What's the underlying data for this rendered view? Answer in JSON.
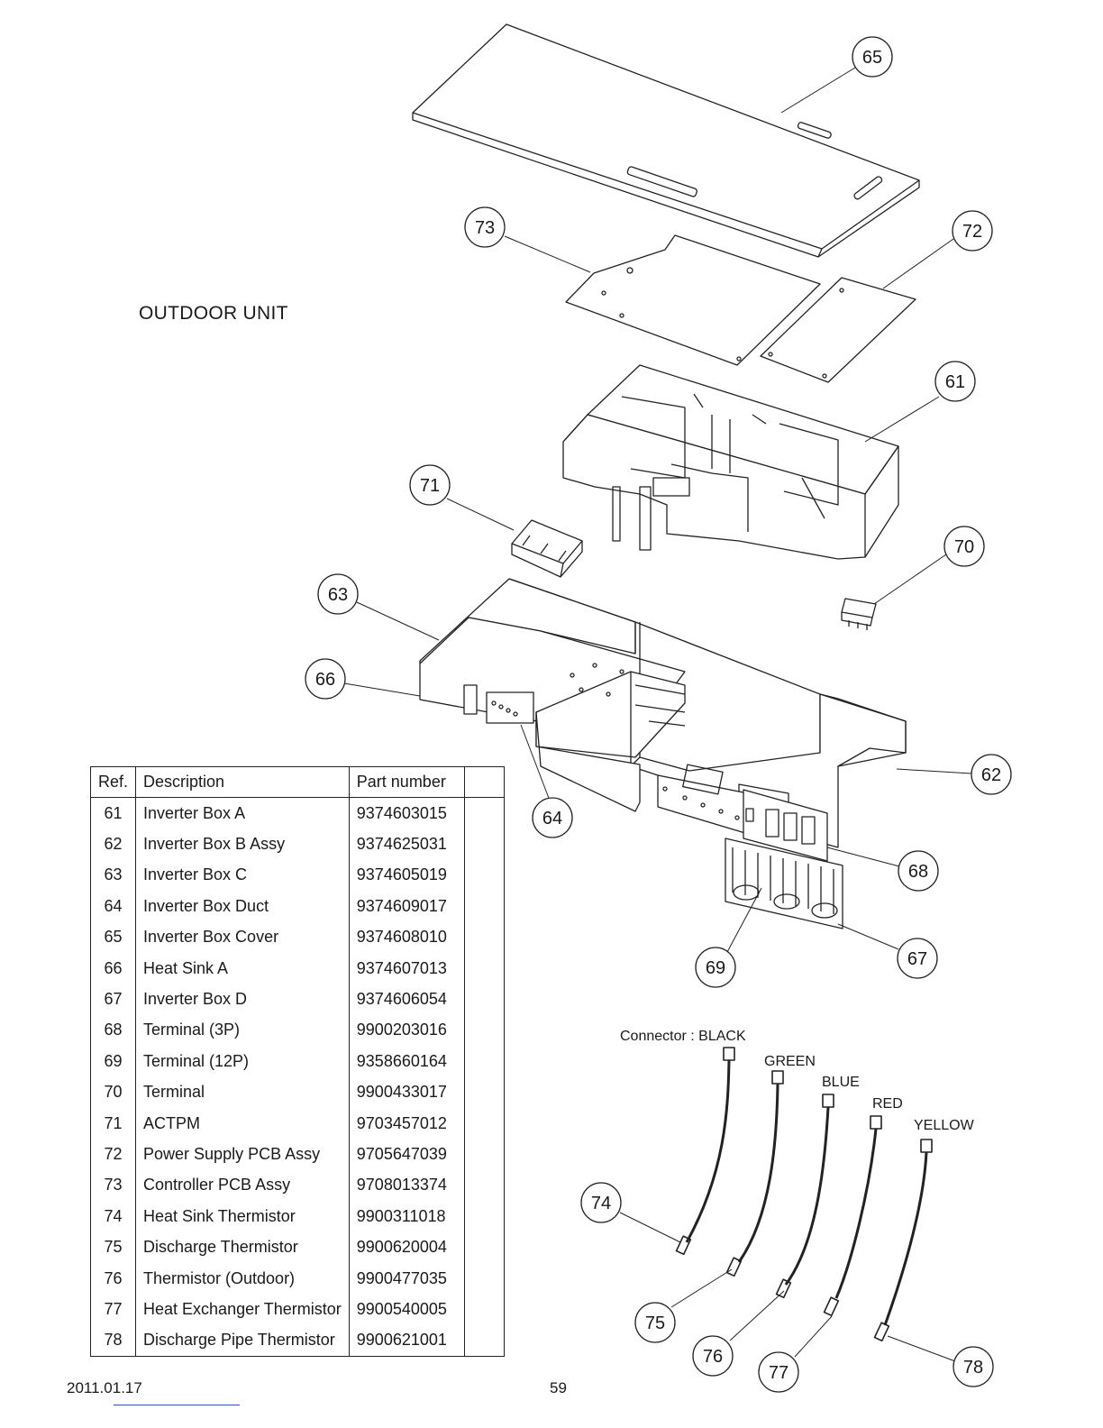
{
  "section_title": "OUTDOOR UNIT",
  "table": {
    "headers": {
      "ref": "Ref.",
      "description": "Description",
      "part_number": "Part number"
    },
    "rows": [
      {
        "ref": "61",
        "description": "Inverter Box A",
        "part_number": "9374603015"
      },
      {
        "ref": "62",
        "description": "Inverter Box B Assy",
        "part_number": "9374625031"
      },
      {
        "ref": "63",
        "description": "Inverter Box C",
        "part_number": "9374605019"
      },
      {
        "ref": "64",
        "description": "Inverter Box Duct",
        "part_number": "9374609017"
      },
      {
        "ref": "65",
        "description": "Inverter Box Cover",
        "part_number": "9374608010"
      },
      {
        "ref": "66",
        "description": "Heat Sink A",
        "part_number": "9374607013"
      },
      {
        "ref": "67",
        "description": "Inverter Box D",
        "part_number": "9374606054"
      },
      {
        "ref": "68",
        "description": "Terminal (3P)",
        "part_number": "9900203016"
      },
      {
        "ref": "69",
        "description": "Terminal (12P)",
        "part_number": "9358660164"
      },
      {
        "ref": "70",
        "description": "Terminal",
        "part_number": "9900433017"
      },
      {
        "ref": "71",
        "description": "ACTPM",
        "part_number": "9703457012"
      },
      {
        "ref": "72",
        "description": "Power Supply PCB Assy",
        "part_number": "9705647039"
      },
      {
        "ref": "73",
        "description": "Controller PCB Assy",
        "part_number": "9708013374"
      },
      {
        "ref": "74",
        "description": "Heat Sink Thermistor",
        "part_number": "9900311018"
      },
      {
        "ref": "75",
        "description": "Discharge Thermistor",
        "part_number": "9900620004"
      },
      {
        "ref": "76",
        "description": "Thermistor (Outdoor)",
        "part_number": "9900477035"
      },
      {
        "ref": "77",
        "description": "Heat Exchanger Thermistor",
        "part_number": "9900540005"
      },
      {
        "ref": "78",
        "description": "Discharge Pipe Thermistor",
        "part_number": "9900621001"
      }
    ]
  },
  "callouts": {
    "c61": "61",
    "c62": "62",
    "c63": "63",
    "c64": "64",
    "c65": "65",
    "c66": "66",
    "c67": "67",
    "c68": "68",
    "c69": "69",
    "c70": "70",
    "c71": "71",
    "c72": "72",
    "c73": "73",
    "c74": "74",
    "c75": "75",
    "c76": "76",
    "c77": "77",
    "c78": "78"
  },
  "connectors": {
    "black": "Connector : BLACK",
    "green": "GREEN",
    "blue": "BLUE",
    "red": "RED",
    "yellow": "YELLOW"
  },
  "footer": {
    "date": "2011.01.17",
    "page": "59"
  }
}
